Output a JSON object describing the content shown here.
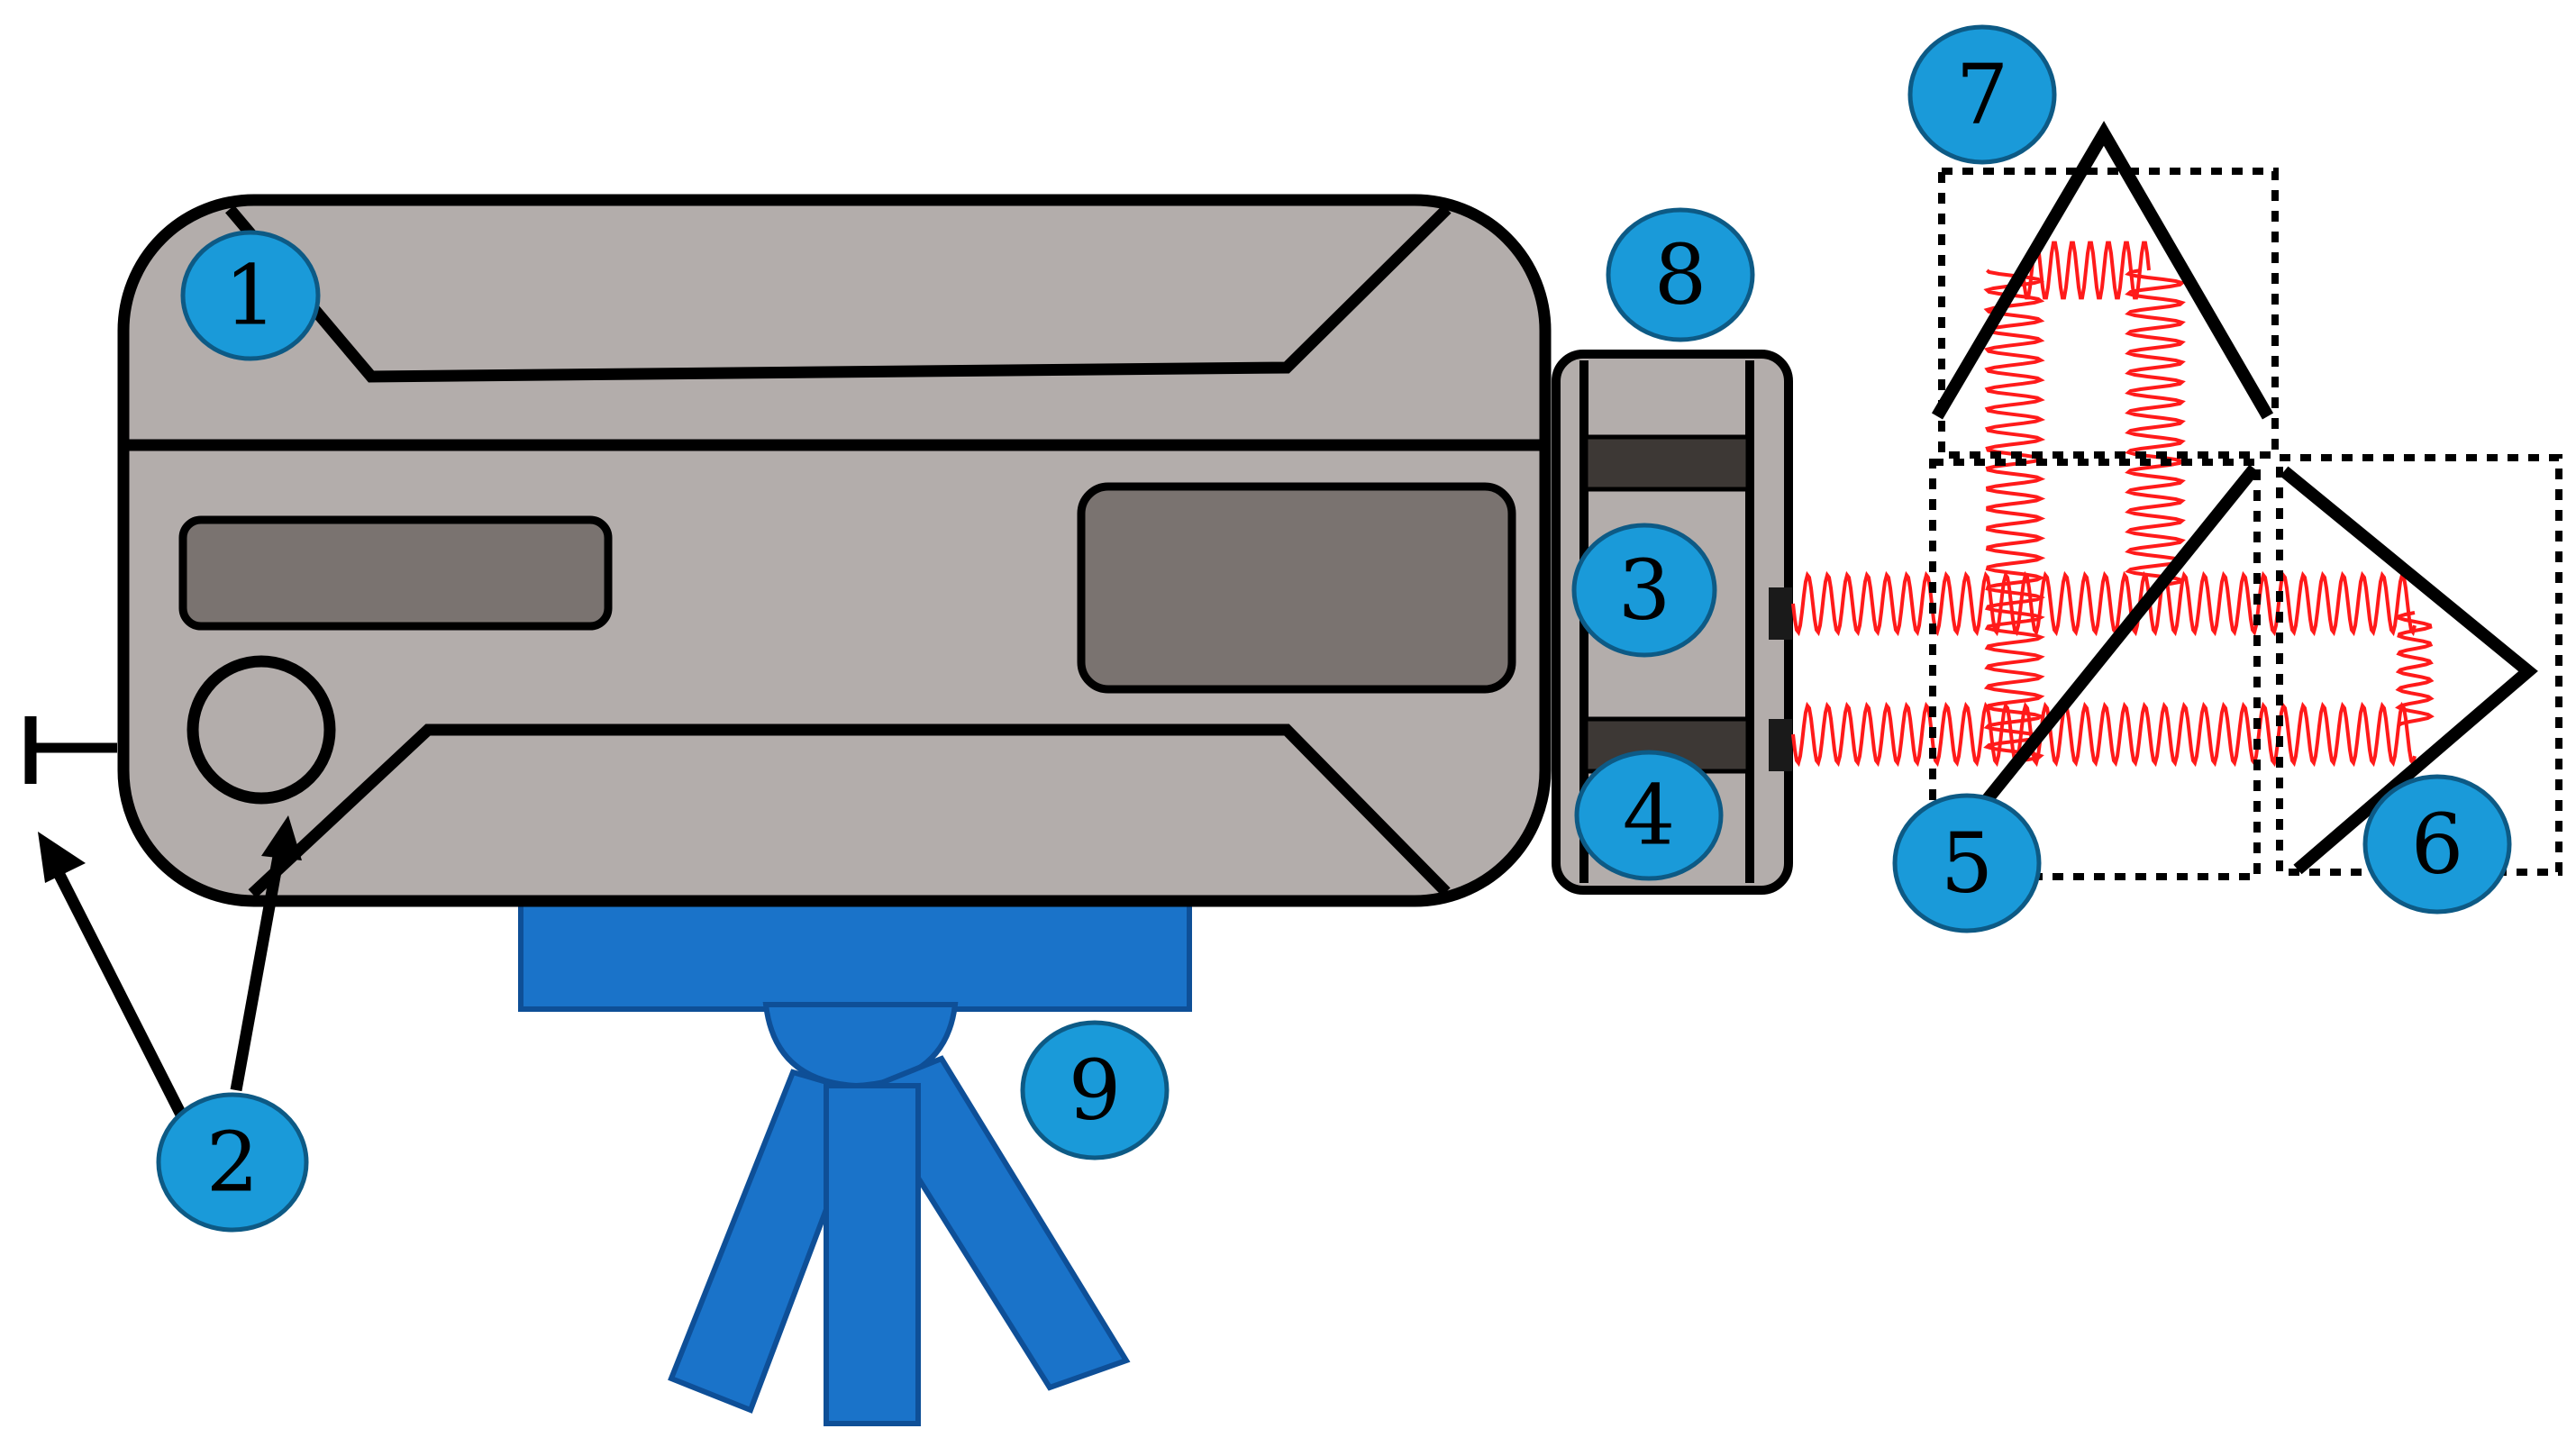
{
  "diagram": {
    "callouts": [
      {
        "id": "1",
        "text": "1"
      },
      {
        "id": "2",
        "text": "2"
      },
      {
        "id": "3",
        "text": "3"
      },
      {
        "id": "4",
        "text": "4"
      },
      {
        "id": "5",
        "text": "5"
      },
      {
        "id": "6",
        "text": "6"
      },
      {
        "id": "7",
        "text": "7"
      },
      {
        "id": "8",
        "text": "8"
      },
      {
        "id": "9",
        "text": "9"
      }
    ]
  },
  "colors": {
    "body": "#b3adab",
    "window": "#7a7370",
    "outline": "#000000",
    "tripod": "#1a73c9",
    "tripod_edge": "#0e4f97",
    "callout_fill": "#1a9ad9",
    "callout_edge": "#0d5a85",
    "beam": "#ff1a1a",
    "slot": "#3d3835"
  }
}
